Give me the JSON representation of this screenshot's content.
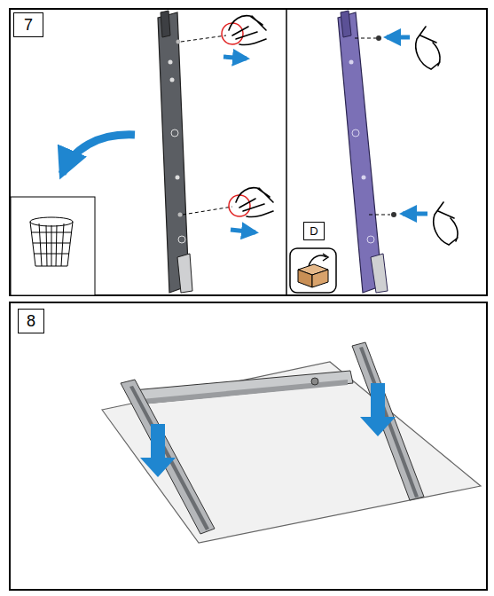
{
  "diagram": {
    "nodes": [
      {
        "text": [
          "7"
        ]
      },
      {
        "text": [
          "D"
        ]
      },
      {
        "text": [
          "8"
        ]
      }
    ]
  }
}
